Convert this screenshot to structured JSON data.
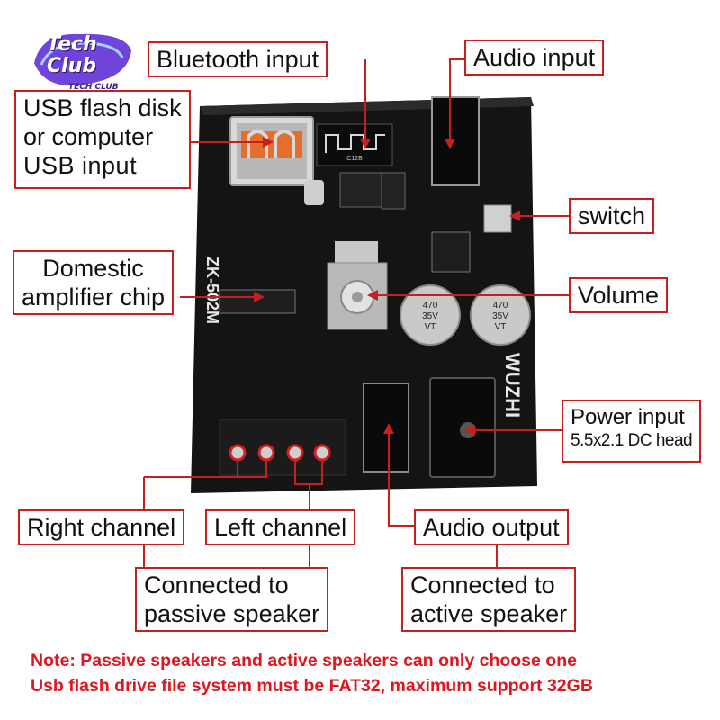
{
  "logo": {
    "main_text": "Tech Club",
    "sub_text": "TECH CLUB"
  },
  "board": {
    "model_text": "ZK-502M",
    "brand_text": "WUZHI",
    "capacitor_1": [
      "470",
      "35V",
      "VT"
    ],
    "capacitor_2": [
      "470",
      "35V",
      "VT"
    ]
  },
  "labels": {
    "bluetooth": "Bluetooth input",
    "audio_input": "Audio input",
    "usb_lines": [
      "USB flash disk",
      "or computer",
      "USB input"
    ],
    "switch": "switch",
    "amp_lines": [
      "Domestic",
      "amplifier chip"
    ],
    "volume": "Volume",
    "power_title": "Power input",
    "power_sub": "5.5x2.1 DC head",
    "right_channel": "Right channel",
    "left_channel": "Left channel",
    "audio_output": "Audio output",
    "passive_lines": [
      "Connected to",
      "passive speaker"
    ],
    "active_lines": [
      "Connected to",
      "active speaker"
    ]
  },
  "notes": [
    "Note: Passive speakers and active speakers can only choose one",
    "Usb flash drive file system must be FAT32, maximum support 32GB"
  ],
  "colors": {
    "annotation_red": "#c81e1e",
    "board_black": "#141414",
    "note_red": "#e0161e",
    "logo_purple": "#5a2ad6"
  }
}
